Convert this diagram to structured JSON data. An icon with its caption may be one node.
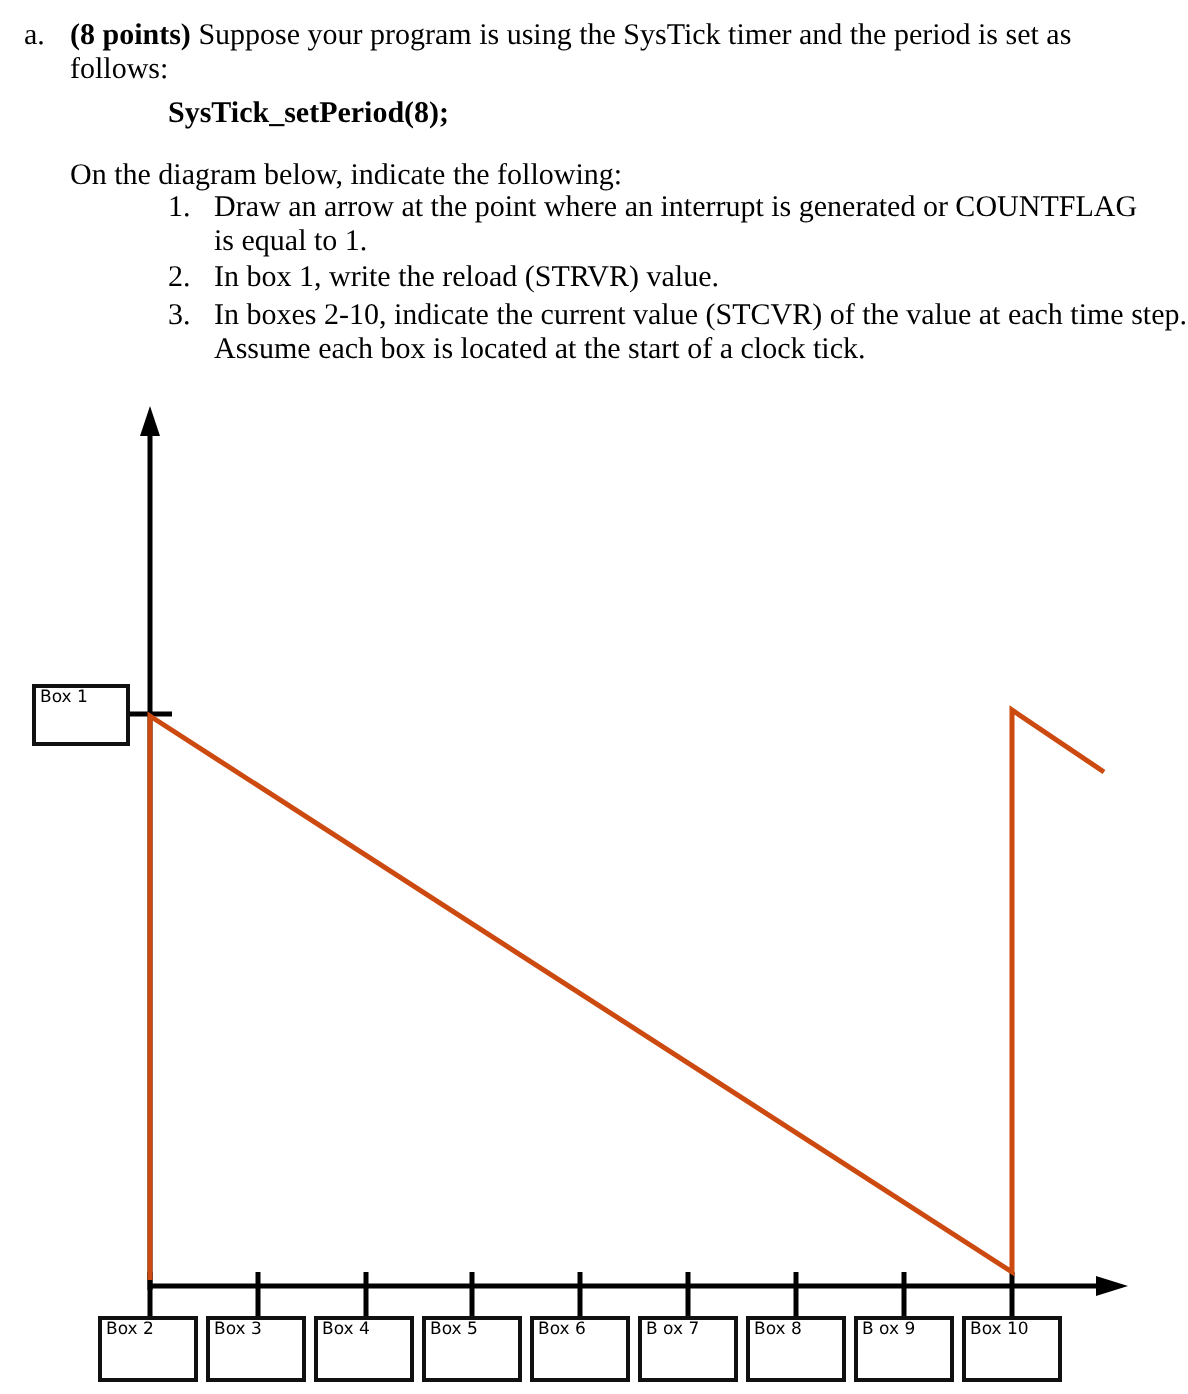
{
  "diagram": {
    "nodes": [
      {
        "text": [
          "Box 1"
        ]
      },
      {
        "text": [
          "Box 2"
        ]
      },
      {
        "text": [
          "Box 3"
        ]
      },
      {
        "text": [
          "Box 4"
        ]
      },
      {
        "text": [
          "Box 5"
        ]
      },
      {
        "text": [
          "Box 6"
        ]
      },
      {
        "text": [
          "B ox 7"
        ]
      },
      {
        "text": [
          "Box 8"
        ]
      },
      {
        "text": [
          "B ox 9"
        ]
      },
      {
        "text": [
          "Box 10"
        ]
      }
    ],
    "edges": [],
    "labels": [
      "a.",
      "**(8 points)** Suppose your program is using the SysTick timer and the period is set as follows:",
      "SysTick_setPeriod(8);",
      "On the diagram below, indicate the following:",
      "1.",
      "Draw an arrow at the point where an interrupt is generated or COUNTFLAG is equal to 1.",
      "2.",
      "In box 1, write the reload (STRVR) value.",
      "3.",
      "In boxes 2-10, indicate the current value (STCVR) of the value at each time step. Assume each box is located at the start of a clock tick."
    ]
  }
}
